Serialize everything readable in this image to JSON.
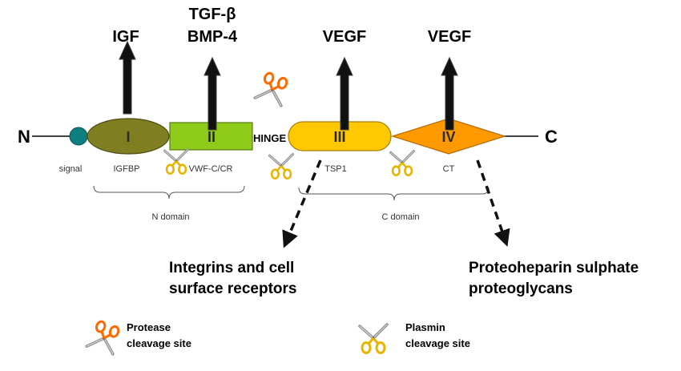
{
  "termini": {
    "n": "N",
    "c": "C"
  },
  "growth_factors": {
    "igf": "IGF",
    "tgf_line1": "TGF-β",
    "tgf_line2": "BMP-4",
    "vegf_3": "VEGF",
    "vegf_4": "VEGF"
  },
  "domains": {
    "d1": {
      "numeral": "I",
      "name": "IGFBP",
      "color": "#7f7f22"
    },
    "d2": {
      "numeral": "II",
      "name": "VWF-C/CR",
      "color": "#8fcc1a"
    },
    "d3": {
      "numeral": "III",
      "name": "TSP1",
      "color": "#ffc800"
    },
    "d4": {
      "numeral": "IV",
      "name": "CT",
      "color": "#ff9900"
    },
    "signal": {
      "name": "signal",
      "color": "#0e7f7f"
    }
  },
  "hinge_label": "HINGE",
  "groups": {
    "n_domain": "N domain",
    "c_domain": "C domain"
  },
  "targets": {
    "integrins_line1": "Integrins and cell",
    "integrins_line2": "surface receptors",
    "proteo_line1": "Proteoheparin sulphate",
    "proteo_line2": "proteoglycans"
  },
  "legend": {
    "protease_line1": "Protease",
    "protease_line2": "cleavage site",
    "plasmin_line1": "Plasmin",
    "plasmin_line2": "cleavage site"
  },
  "icons": {
    "protease": "scissors-icon-orange",
    "plasmin": "scissors-icon-gold"
  },
  "colors": {
    "protease_handle": "#ff6a00",
    "plasmin_handle": "#e8b400",
    "arrow": "#111111"
  }
}
